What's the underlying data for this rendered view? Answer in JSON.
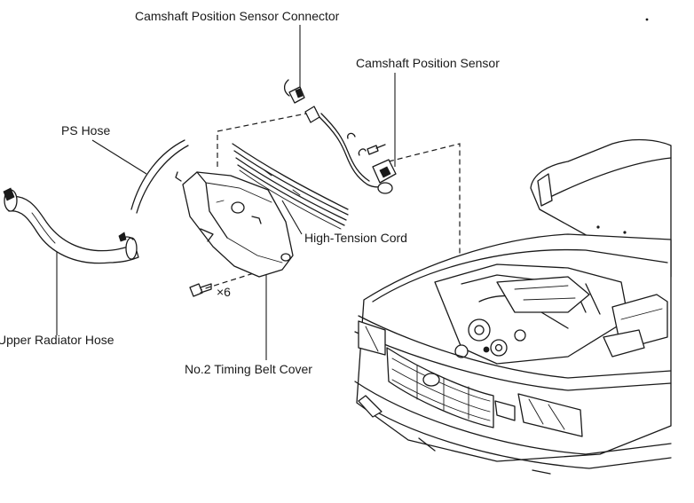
{
  "labels": {
    "cam_sensor_connector": "Camshaft Position Sensor Connector",
    "cam_sensor": "Camshaft Position Sensor",
    "ps_hose": "PS Hose",
    "high_tension_cord": "High-Tension Cord",
    "bolt_count": "×6",
    "upper_radiator_hose": "Upper Radiator Hose",
    "timing_belt_cover": "No.2 Timing Belt Cover"
  }
}
